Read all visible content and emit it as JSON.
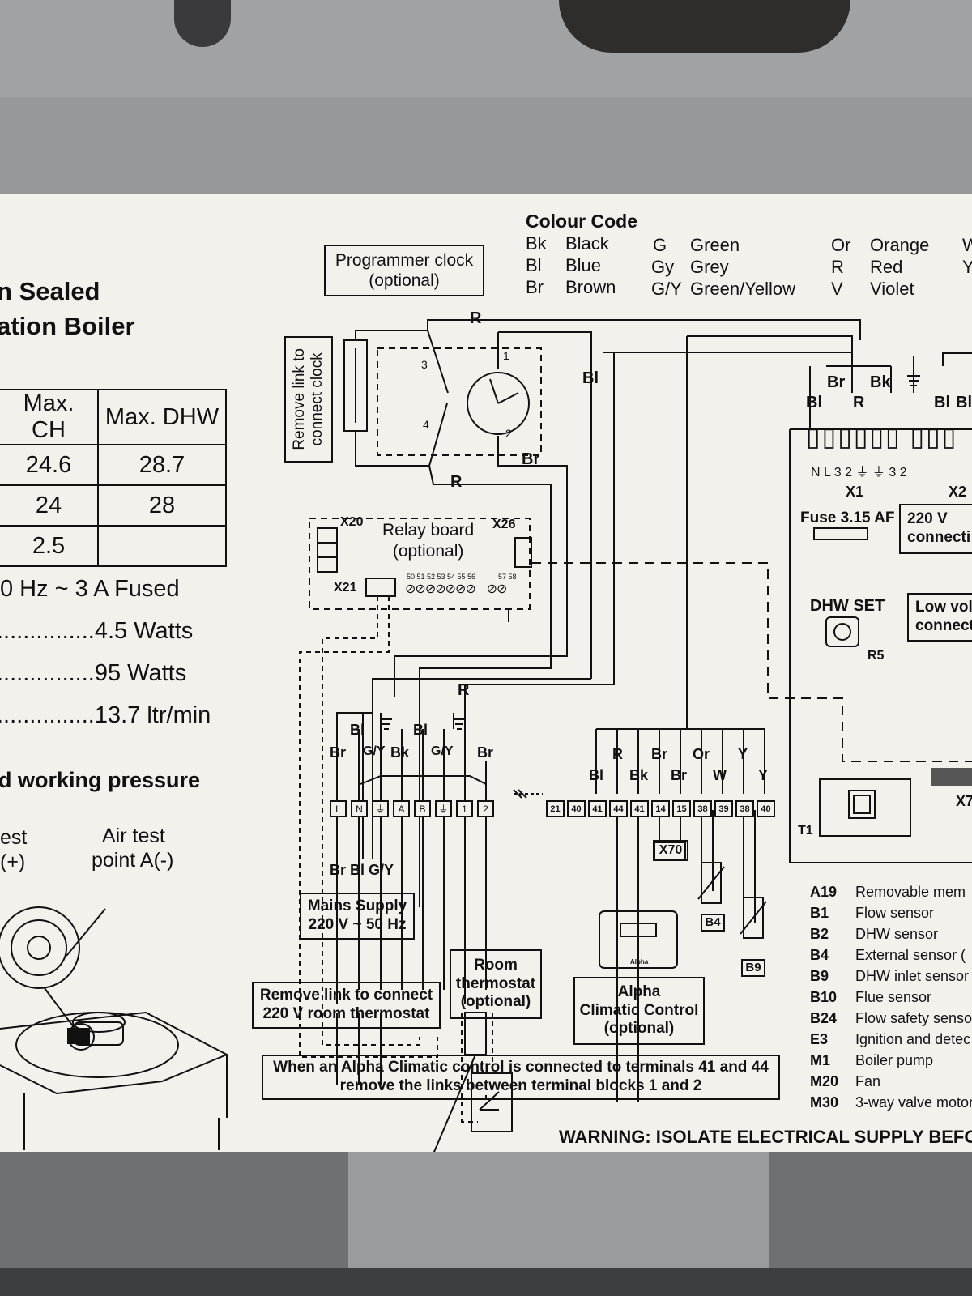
{
  "title_lines": [
    "n Sealed",
    "ation Boiler"
  ],
  "spec_table": {
    "headers": [
      "Max. CH",
      "Max. DHW"
    ],
    "rows": [
      [
        "24.6",
        "28.7"
      ],
      [
        "24",
        "28"
      ],
      [
        "2.5",
        ""
      ]
    ]
  },
  "spec_lines": [
    "0 Hz ~ 3 A Fused",
    "...............4.5 Watts",
    "...............95 Watts",
    "...............13.7 ltr/min"
  ],
  "pressure_heading": "d working pressure",
  "air_test_left": [
    "est",
    "(+)"
  ],
  "air_test_right": [
    "Air test",
    "point A(-)"
  ],
  "colour_code": {
    "title": "Colour Code",
    "col1": [
      [
        "Bk",
        "Black"
      ],
      [
        "Bl",
        "Blue"
      ],
      [
        "Br",
        "Brown"
      ]
    ],
    "col2": [
      [
        "G",
        "Green"
      ],
      [
        "Gy",
        "Grey"
      ],
      [
        "G/Y",
        "Green/Yellow"
      ]
    ],
    "col3": [
      [
        "Or",
        "Orange"
      ],
      [
        "R",
        "Red"
      ],
      [
        "V",
        "Violet"
      ]
    ],
    "col4": [
      "W",
      "Y"
    ]
  },
  "programmer_clock": "Programmer clock\n(optional)",
  "remove_link_clock": "Remove link to\nconnect clock",
  "relay_board": "Relay board\n(optional)",
  "x_labels": {
    "x20": "X20",
    "x21": "X21",
    "x26": "X26",
    "x1": "X1",
    "x2": "X2",
    "x70": "X70",
    "x7": "X7",
    "t1": "T1",
    "r5": "R5"
  },
  "relay_terminals": "50 51 52 53 54 55 56",
  "relay_terminals_2": "57 58",
  "clock_numbers": [
    "1",
    "2",
    "3",
    "4"
  ],
  "wire_labels": {
    "r_top": "R",
    "bl_right": "Bl",
    "br_mid": "Br",
    "r_mid": "R",
    "r_low": "R"
  },
  "mains_wire_labels": [
    "Bl",
    "Bl",
    "Br",
    "G/Y",
    "Bk",
    "G/Y",
    "Br"
  ],
  "mains_terminals": [
    "L",
    "N",
    "⏚",
    "A",
    "B",
    "⏚",
    "1",
    "2"
  ],
  "mains_bottom_labels": "Br Bl G/Y",
  "mains_supply": "Mains Supply\n220 V ~ 50 Hz",
  "room_thermostat": "Room\nthermostat\n(optional)",
  "remove_link_room": "Remove link to connect\n220 V room thermostat",
  "climatic_wire_top": [
    "R",
    "Br",
    "Or",
    "Y"
  ],
  "climatic_wire_bottom": [
    "Bl",
    "Bk",
    "Br",
    "W",
    "Y"
  ],
  "climatic_terminals": [
    "21",
    "40",
    "41",
    "44",
    "41",
    "14",
    "15",
    "38",
    "39",
    "38",
    "40"
  ],
  "alpha_climatic": "Alpha\nClimatic Control\n(optional)",
  "alpha_brand": "Alpha",
  "sensor_boxes": [
    "B4",
    "B9"
  ],
  "note": "When an Alpha Climatic control is connected to terminals 41 and 44\nremove the links between terminal blocks 1 and 2",
  "right_panel": {
    "wire_top": [
      "Br",
      "Bk"
    ],
    "wire_mid": [
      "Bl",
      "R",
      "Bl",
      "Bl"
    ],
    "x1_terms": "N  L  3  2  ⏚  ⏚  3  2",
    "fuse": "Fuse 3.15 AF",
    "conn_220": "220 V\nconnecti",
    "dhw_set": "DHW SET",
    "low_vol": "Low vol\nconnect"
  },
  "components": [
    [
      "A19",
      "Removable mem"
    ],
    [
      "B1",
      "Flow sensor"
    ],
    [
      "B2",
      "DHW sensor"
    ],
    [
      "B4",
      "External sensor ("
    ],
    [
      "B9",
      "DHW inlet sensor"
    ],
    [
      "B10",
      "Flue sensor"
    ],
    [
      "B24",
      "Flow safety senso"
    ],
    [
      "E3",
      "Ignition and detec"
    ],
    [
      "M1",
      "Boiler pump"
    ],
    [
      "M20",
      "Fan"
    ],
    [
      "M30",
      "3-way valve motor"
    ]
  ],
  "warning": "WARNING: ISOLATE ELECTRICAL SUPPLY BEFO"
}
